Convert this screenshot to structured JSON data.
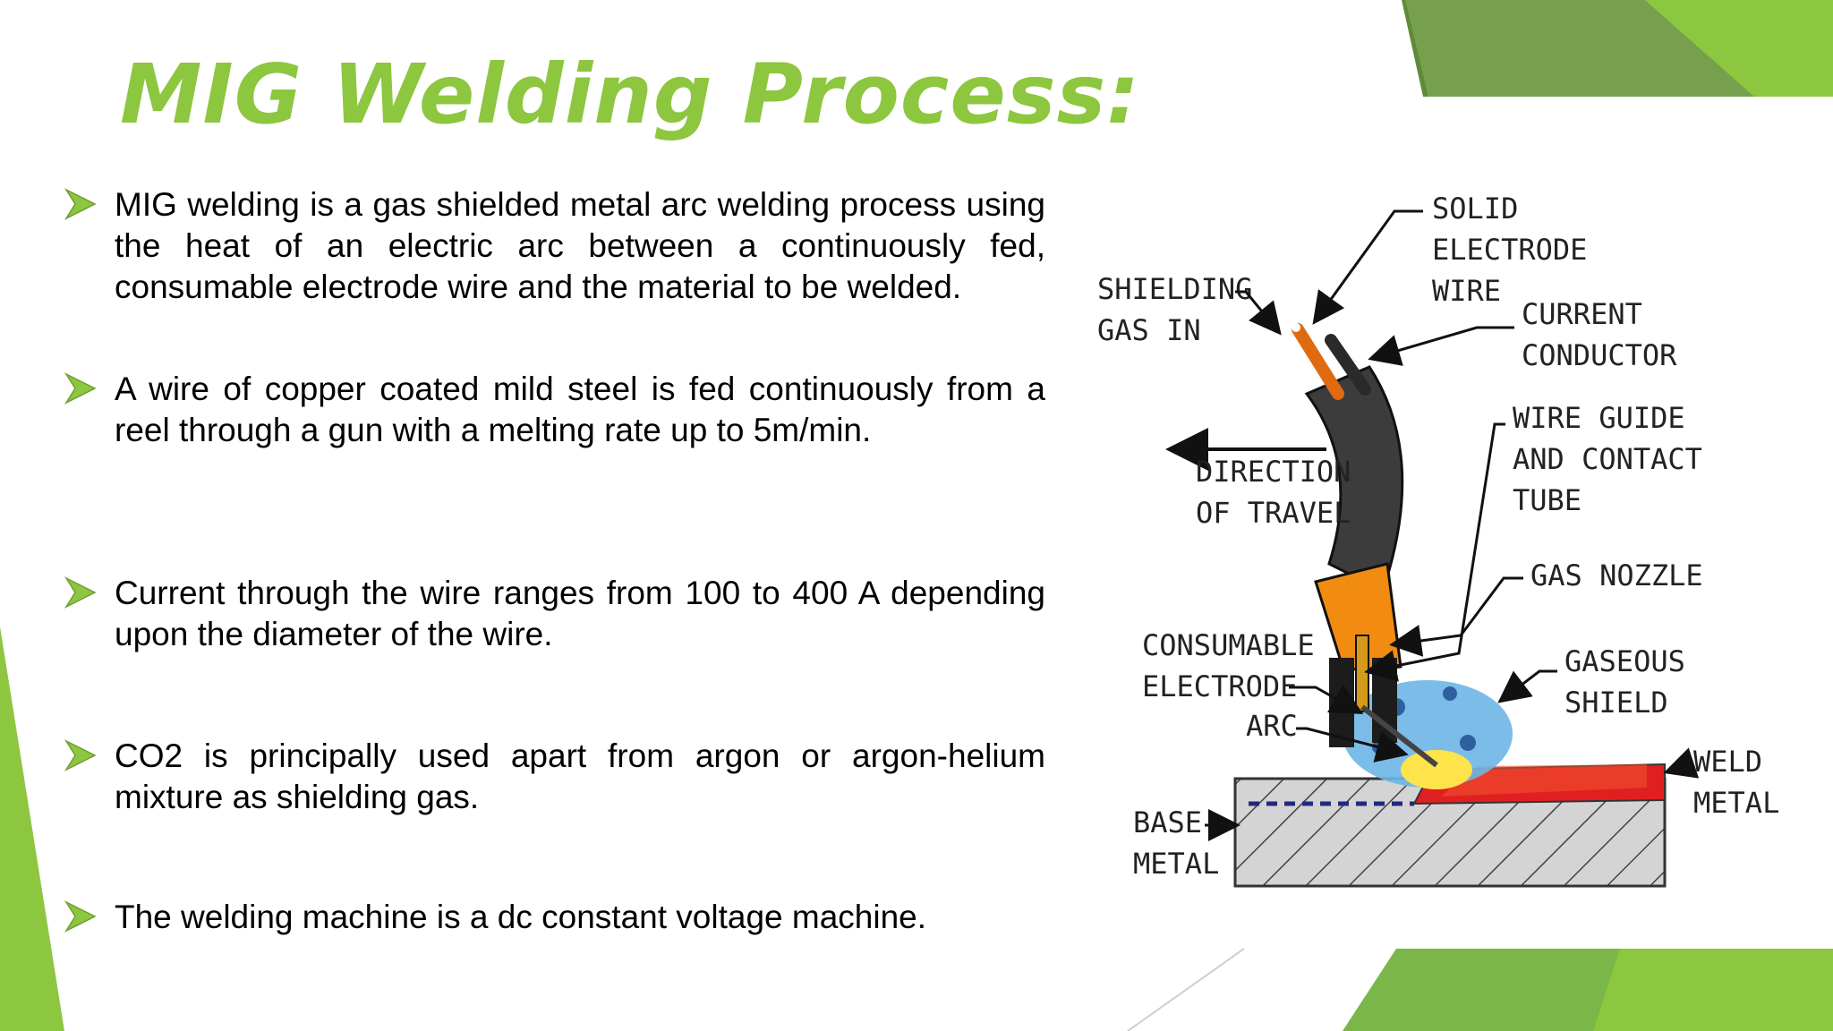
{
  "slide": {
    "title": "MIG Welding Process:",
    "bullets": [
      "MIG welding is a gas shielded metal arc welding process using the heat of an electric arc between a continuously fed, consumable electrode wire and the material to be welded.",
      "A wire of copper coated mild steel is fed continuously from a reel through a gun with a melting rate up to 5m/min.",
      "Current through the wire ranges from 100 to 400 A depending upon the diameter of the wire.",
      "CO2 is principally used apart from argon or argon-helium mixture as shielding gas.",
      "The welding machine is a dc constant voltage machine."
    ],
    "bullet_icon": "arrowhead-bullet-icon",
    "accent_color": "#8dc63f"
  },
  "diagram": {
    "labels": {
      "solid_electrode_wire": [
        "SOLID",
        "ELECTRODE",
        "WIRE"
      ],
      "shielding_gas_in": [
        "SHIELDING",
        "GAS IN"
      ],
      "current_conductor": [
        "CURRENT",
        "CONDUCTOR"
      ],
      "wire_guide": [
        "WIRE GUIDE",
        "AND CONTACT",
        "TUBE"
      ],
      "direction_of_travel": [
        "DIRECTION",
        "OF TRAVEL"
      ],
      "gas_nozzle": [
        "GAS NOZZLE"
      ],
      "consumable_electrode": [
        "CONSUMABLE",
        "ELECTRODE"
      ],
      "gaseous_shield": [
        "GASEOUS",
        "SHIELD"
      ],
      "arc": [
        "ARC"
      ],
      "weld_metal": [
        "WELD",
        "METAL"
      ],
      "base_metal": [
        "BASE",
        "METAL"
      ]
    }
  }
}
